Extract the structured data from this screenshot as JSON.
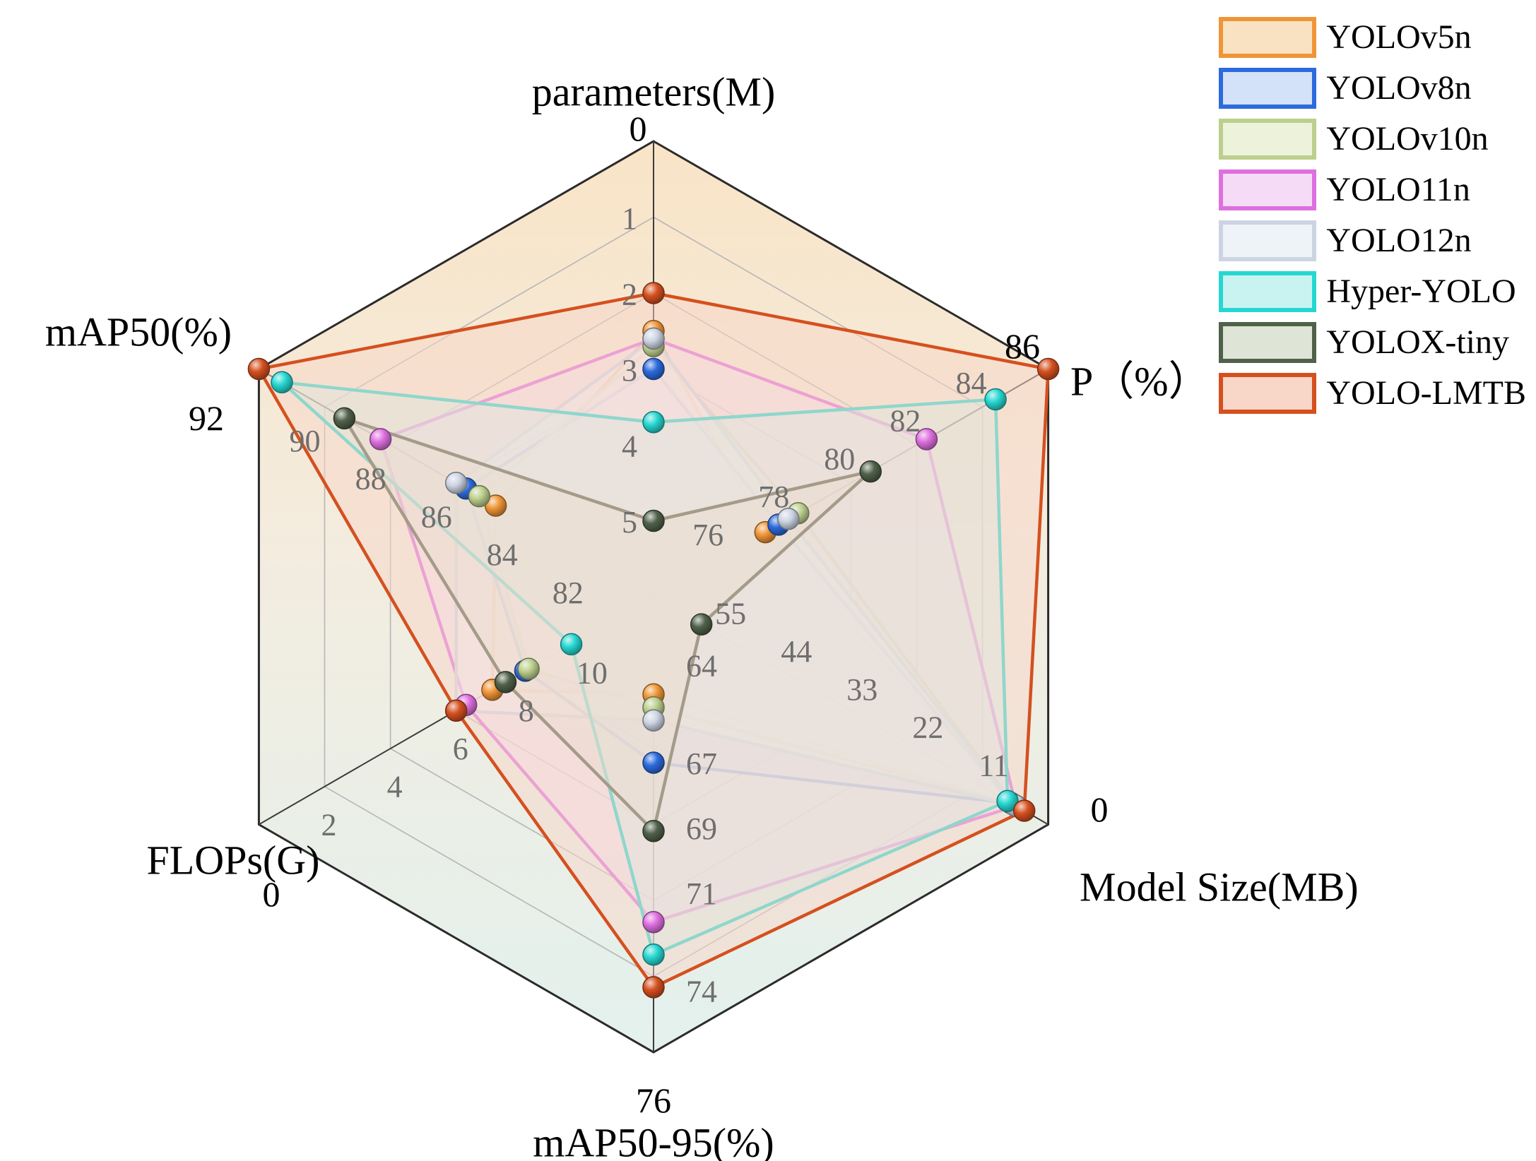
{
  "chart_data": {
    "type": "radar",
    "legend_position": "top-right",
    "grid": true,
    "axes": [
      {
        "label": "parameters(M)",
        "outer": 0,
        "center": 6,
        "ticks": [
          0,
          1,
          2,
          3,
          4,
          5
        ]
      },
      {
        "label": "P（%）",
        "outer": 86,
        "center": 74,
        "ticks": [
          86,
          84,
          82,
          80,
          78,
          76
        ]
      },
      {
        "label": "Model Size(MB)",
        "outer": 0,
        "center": 66,
        "ticks": [
          0,
          11,
          22,
          33,
          44,
          55
        ]
      },
      {
        "label": "mAP50-95(%)",
        "outer": 76,
        "center": 62,
        "ticks": [
          76,
          74,
          71,
          69,
          67,
          64
        ]
      },
      {
        "label": "FLOPs(G)",
        "outer": 0,
        "center": 12,
        "ticks": [
          0,
          2,
          4,
          6,
          8,
          10
        ]
      },
      {
        "label": "mAP50(%)",
        "outer": 92,
        "center": 80,
        "ticks": [
          92,
          90,
          88,
          86,
          84,
          82
        ]
      }
    ],
    "axis_value_order": [
      "parameters(M)",
      "P（%）",
      "Model Size(MB)",
      "mAP50-95(%)",
      "FLOPs(G)",
      "mAP50(%)"
    ],
    "series": [
      {
        "name": "YOLOv5n",
        "color": "#f09537",
        "fill": "#f9e2c2",
        "values": [
          2.5,
          77.4,
          5.3,
          65.0,
          7.1,
          84.8
        ]
      },
      {
        "name": "YOLOv8n",
        "color": "#2c6bdd",
        "fill": "#d3e2f8",
        "values": [
          3.0,
          77.8,
          6.2,
          67.1,
          8.1,
          85.7
        ]
      },
      {
        "name": "YOLOv10n",
        "color": "#bccf8d",
        "fill": "#edf2db",
        "values": [
          2.7,
          78.4,
          5.7,
          65.4,
          8.2,
          85.3
        ]
      },
      {
        "name": "YOLO11n",
        "color": "#de6fdf",
        "fill": "#f6dbf6",
        "values": [
          2.6,
          82.3,
          5.4,
          72.0,
          6.3,
          88.3
        ]
      },
      {
        "name": "YOLO12n",
        "color": "#ccd4e2",
        "fill": "#eef3f8",
        "values": [
          2.6,
          78.1,
          5.5,
          65.8,
          6.0,
          86.0
        ]
      },
      {
        "name": "Hyper-YOLO",
        "color": "#26d7d1",
        "fill": "#c9f3f1",
        "values": [
          3.7,
          84.4,
          6.8,
          73.0,
          9.5,
          91.3
        ]
      },
      {
        "name": "YOLOX-tiny",
        "color": "#50614a",
        "fill": "#dee5d7",
        "values": [
          5.0,
          80.6,
          58.0,
          69.2,
          7.5,
          89.4
        ]
      },
      {
        "name": "YOLO-LMTB",
        "color": "#d5501f",
        "fill": "#f8d6c8",
        "values": [
          2.0,
          86.0,
          4.0,
          74.0,
          6.0,
          92.0
        ]
      }
    ],
    "colors": {
      "background_top": "#f9e4c7",
      "background_bottom": "#e3f1ed",
      "grid_line": "#b6b6b6",
      "spoke_line": "#3c3c3c",
      "tick_text": "#6e6e6e",
      "outer_tick_text": "#000000"
    }
  }
}
